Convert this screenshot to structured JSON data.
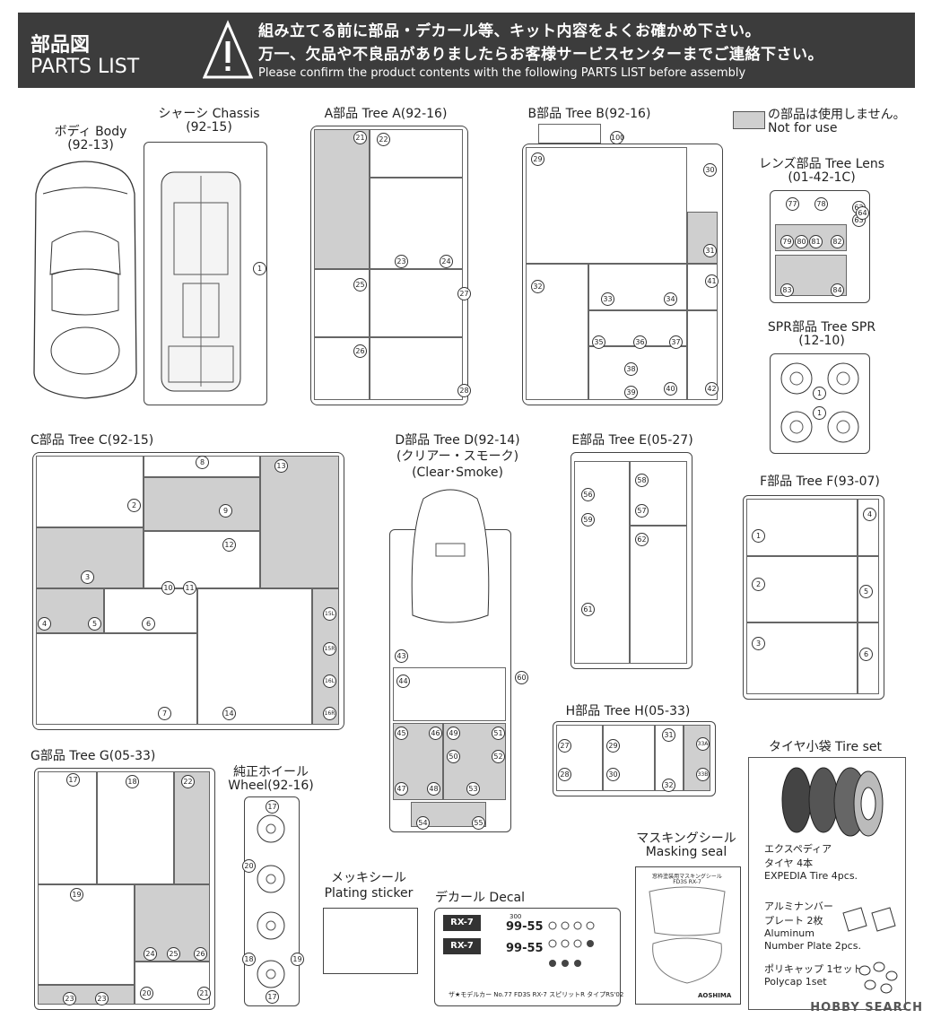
{
  "header": {
    "title_jp": "部品図",
    "title_en": "PARTS LIST",
    "notice_line1": "組み立てる前に部品・デカール等、キット内容をよくお確かめ下さい。",
    "notice_line2": "万一、欠品や不良品がありましたらお客様サービスセンターまでご連絡下さい。",
    "notice_line3": "Please confirm the product contents with the following PARTS LIST before assembly"
  },
  "legend": {
    "jp": "の部品は使用しません。",
    "en": "Not for use",
    "gray_color": "#cfcfcf"
  },
  "sections": {
    "body": {
      "name": "ボディ Body",
      "code": "(92-13)"
    },
    "chassis": {
      "name": "シャーシ Chassis",
      "code": "(92-15)",
      "part": "1"
    },
    "tree_a": {
      "name": "A部品 Tree A(92-16)",
      "parts": [
        "21",
        "22",
        "23",
        "24",
        "25",
        "27",
        "26",
        "28"
      ]
    },
    "tree_b": {
      "name": "B部品 Tree B(92-16)",
      "parts": [
        "100",
        "29",
        "30",
        "31",
        "32",
        "33",
        "34",
        "41",
        "35",
        "36",
        "37",
        "38",
        "39",
        "40",
        "42"
      ]
    },
    "tree_lens": {
      "name": "レンズ部品 Tree Lens",
      "code": "(01-42-1C)",
      "parts": [
        "77",
        "78",
        "62",
        "63",
        "64",
        "79",
        "80",
        "81",
        "82",
        "83",
        "84"
      ]
    },
    "tree_spr": {
      "name": "SPR部品 Tree SPR",
      "code": "(12-10)",
      "parts": [
        "1",
        "1"
      ]
    },
    "tree_c": {
      "name": "C部品 Tree C(92-15)",
      "parts": [
        "2",
        "8",
        "9",
        "13",
        "3",
        "12",
        "10",
        "11",
        "4",
        "5",
        "6",
        "15L",
        "15R",
        "16L",
        "16R",
        "7",
        "14"
      ]
    },
    "tree_d": {
      "name": "D部品 Tree D(92-14)",
      "sub1": "(クリアー・スモーク)",
      "sub2": "(Clear･Smoke)",
      "parts": [
        "43",
        "44",
        "60",
        "45",
        "46",
        "49",
        "51",
        "50",
        "52",
        "47",
        "48",
        "53",
        "54",
        "55"
      ]
    },
    "tree_e": {
      "name": "E部品 Tree E(05-27)",
      "parts": [
        "56",
        "58",
        "59",
        "57",
        "62",
        "61"
      ]
    },
    "tree_f": {
      "name": "F部品 Tree F(93-07)",
      "parts": [
        "1",
        "4",
        "2",
        "5",
        "3",
        "6"
      ]
    },
    "tree_g": {
      "name": "G部品 Tree G(05-33)",
      "parts": [
        "17",
        "18",
        "22",
        "19",
        "24",
        "25",
        "26",
        "23",
        "23",
        "20",
        "21"
      ]
    },
    "wheel": {
      "name": "純正ホイール",
      "name2": "Wheel(92-16)",
      "parts": [
        "17",
        "20",
        "18",
        "19",
        "17"
      ]
    },
    "tree_h": {
      "name": "H部品 Tree H(05-33)",
      "parts": [
        "27",
        "29",
        "31",
        "33A",
        "28",
        "30",
        "32",
        "33B"
      ]
    },
    "tire_set": {
      "name": "タイヤ小袋 Tire set",
      "tire_jp": "エクスペディア",
      "tire_jp2": "タイヤ 4本",
      "tire_en": "EXPEDIA Tire 4pcs.",
      "plate_jp": "アルミナンバー",
      "plate_jp2": "プレート 2枚",
      "plate_en": "Aluminum",
      "plate_en2": "Number Plate 2pcs.",
      "polycap_jp": "ポリキャップ 1セット",
      "polycap_en": "Polycap 1set"
    },
    "plating": {
      "name": "メッキシール",
      "name2": "Plating sticker"
    },
    "decal": {
      "name": "デカール Decal",
      "badge": "RX-7",
      "plate1": "99-55",
      "plate2": "99-55",
      "plate_small": "300",
      "footer": "ザ★モデルカー No.77 FD3S RX-7 スピリットR タイプRS'02"
    },
    "masking": {
      "name": "マスキングシール",
      "name2": "Masking seal",
      "sheet_title": "窓枠塗装用マスキングシール",
      "sheet_sub": "FD3S RX-7",
      "brand": "AOSHIMA"
    }
  },
  "watermark": "HOBBY SEARCH"
}
